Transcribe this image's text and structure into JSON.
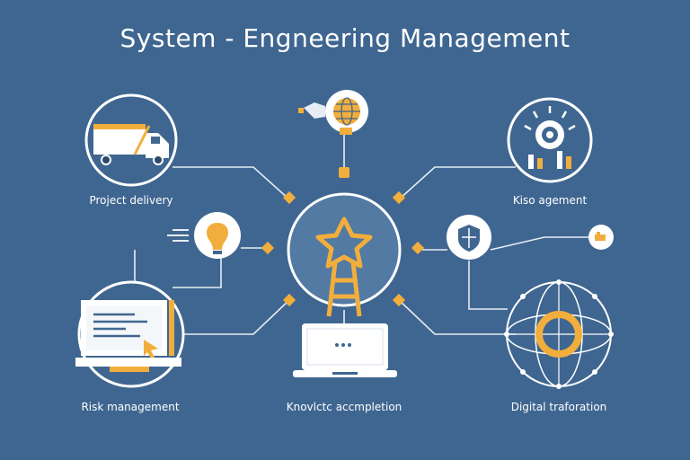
{
  "title": "System - Engneering Management",
  "labels": {
    "project_delivery": "Project delivery",
    "kiso_agement": "Kiso agement",
    "risk_management": "Risk management",
    "knowledge": "Knovlctc accmpletion",
    "digital": "Digital traforation"
  },
  "colors": {
    "background": "#3f6690",
    "accent": "#f2ae3c",
    "line": "#e6edf4",
    "white": "#ffffff",
    "hub": "#527aa3"
  },
  "icons": {
    "center": "star-tower-icon",
    "top": "globe-icon",
    "project": "truck-icon",
    "kiso": "gear-chart-icon",
    "risk": "lightbulb-icon",
    "shield": "shield-icon",
    "laptop": "laptop-icon",
    "monitor": "monitor-icon",
    "digital": "network-sphere-icon"
  }
}
